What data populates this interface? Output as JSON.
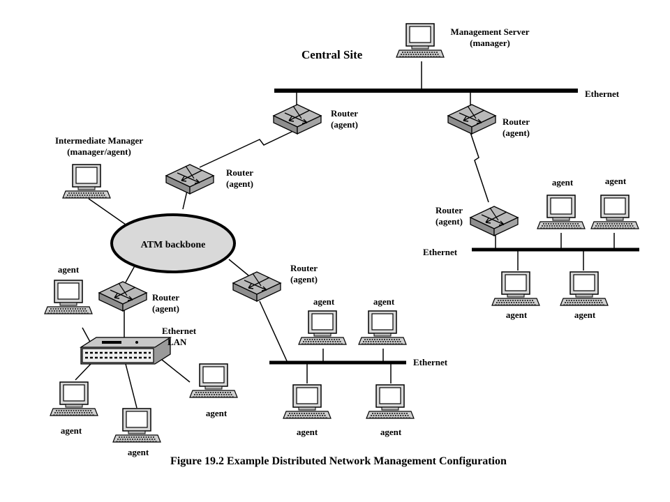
{
  "caption": "Figure 19.2  Example Distributed Network Management Configuration",
  "central_site": {
    "title": "Central Site",
    "server_label": "Management Server",
    "server_role": "(manager)",
    "ethernet_label": "Ethernet"
  },
  "routers": {
    "central_left_label": "Router",
    "central_left_role": "(agent)",
    "central_right_label": "Router",
    "central_right_role": "(agent)",
    "atm_top_label": "Router",
    "atm_top_role": "(agent)",
    "remote_right_label": "Router",
    "remote_right_role": "(agent)",
    "lan_label": "Router",
    "lan_role": "(agent)",
    "lower_mid_label": "Router",
    "lower_mid_role": "(agent)"
  },
  "intermediate_manager": {
    "label": "Intermediate Manager",
    "role": "(manager/agent)"
  },
  "atm_backbone": {
    "label": "ATM backbone"
  },
  "right_network": {
    "ethernet_label": "Ethernet",
    "agents": [
      "agent",
      "agent",
      "agent",
      "agent"
    ]
  },
  "lower_middle_network": {
    "ethernet_label": "Ethernet",
    "agents": [
      "agent",
      "agent",
      "agent",
      "agent"
    ]
  },
  "lan_network": {
    "hub_label_line1": "Ethernet",
    "hub_label_line2": "LAN",
    "agents": [
      "agent",
      "agent",
      "agent",
      "agent"
    ]
  }
}
